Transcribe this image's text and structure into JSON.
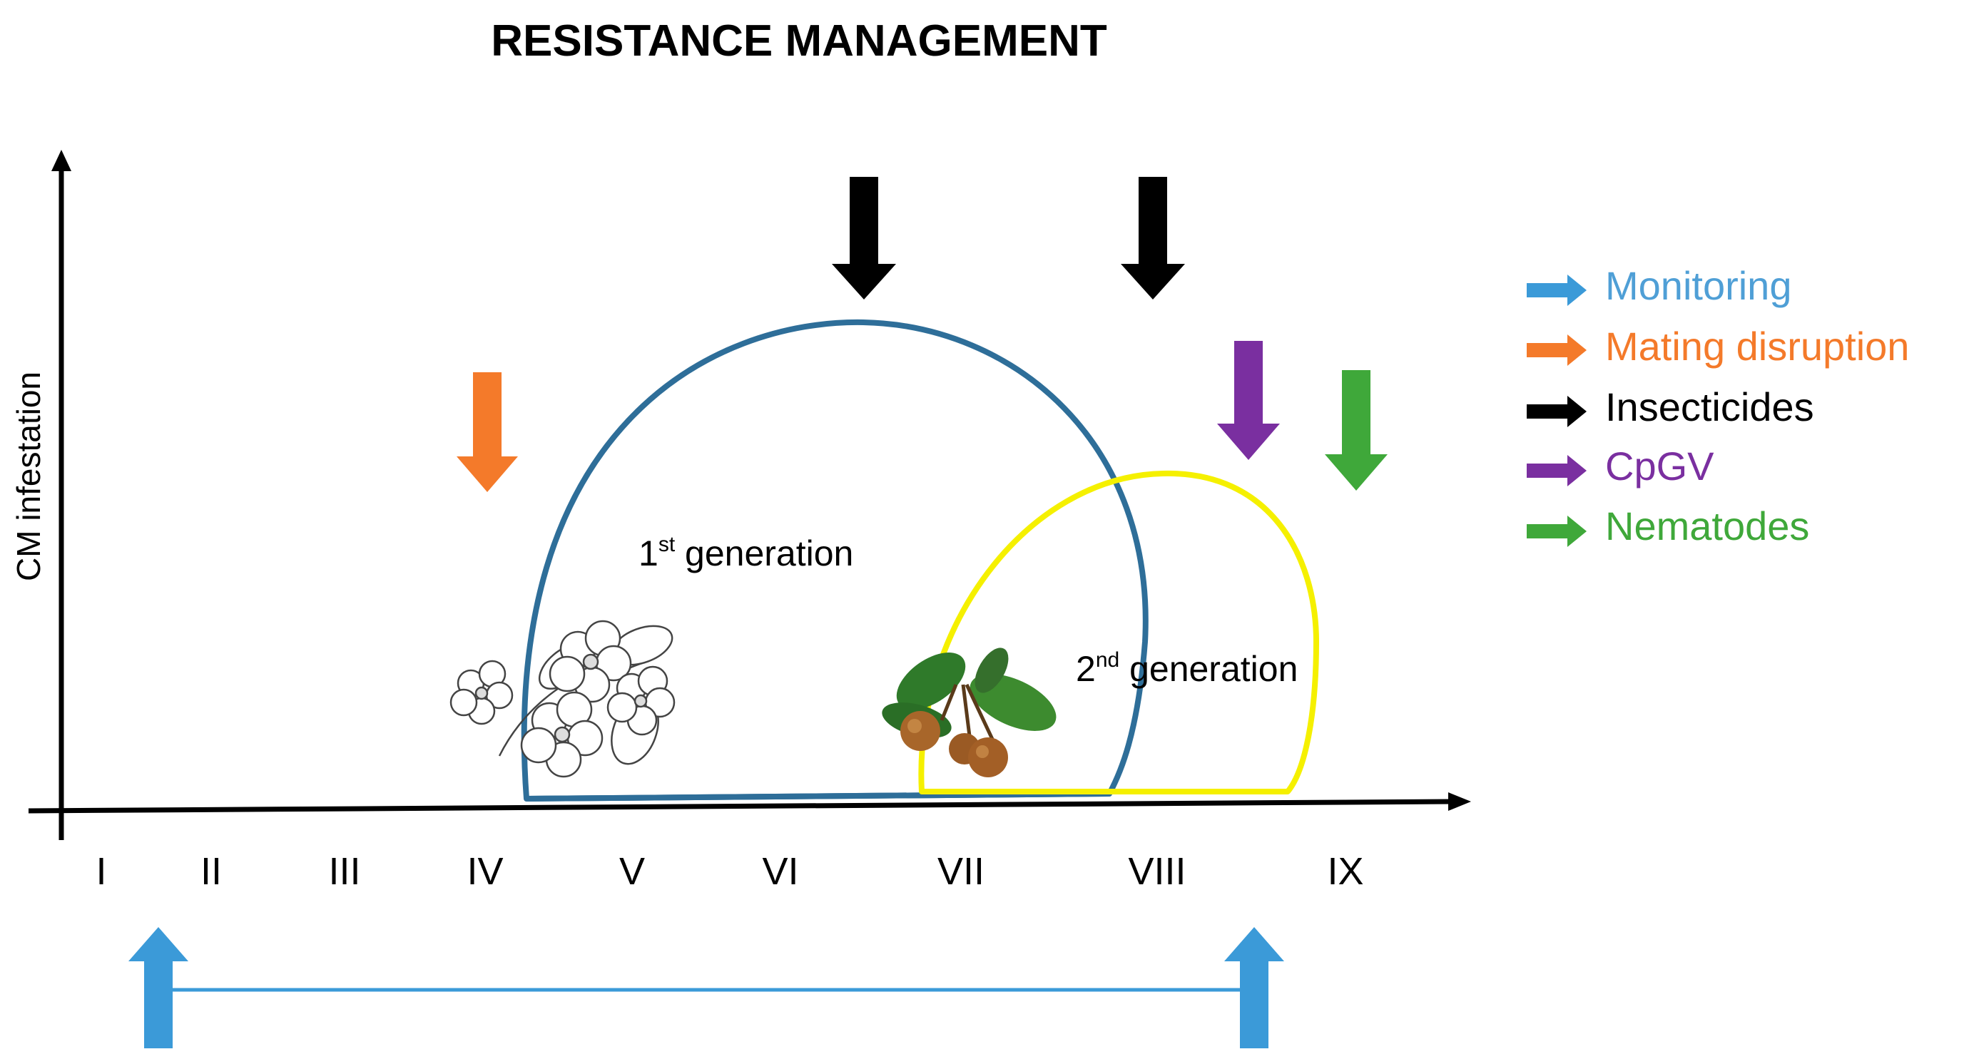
{
  "title": "RESISTANCE MANAGEMENT",
  "y_axis_label": "CM infestation",
  "months": [
    "I",
    "II",
    "III",
    "IV",
    "V",
    "VI",
    "VII",
    "VIII",
    "IX"
  ],
  "generations": {
    "first": {
      "num": "1",
      "sup": "st",
      "word": " generation",
      "color": "#2e6e99"
    },
    "second": {
      "num": "2",
      "sup": "nd",
      "word": " generation",
      "color": "#f5f000"
    }
  },
  "legend": [
    {
      "label": "Monitoring",
      "color": "#3b9ad8",
      "text_color": "#4f9fd6"
    },
    {
      "label": "Mating disruption",
      "color": "#f47a2a",
      "text_color": "#f47a2a"
    },
    {
      "label": "Insecticides",
      "color": "#000000",
      "text_color": "#000000"
    },
    {
      "label": "CpGV",
      "color": "#7a2fa0",
      "text_color": "#7a2fa0"
    },
    {
      "label": "Nematodes",
      "color": "#3fa83a",
      "text_color": "#3fa83a"
    }
  ],
  "icons": {
    "blossom": "apple-blossom-icon",
    "fruit": "apple-fruit-icon"
  }
}
